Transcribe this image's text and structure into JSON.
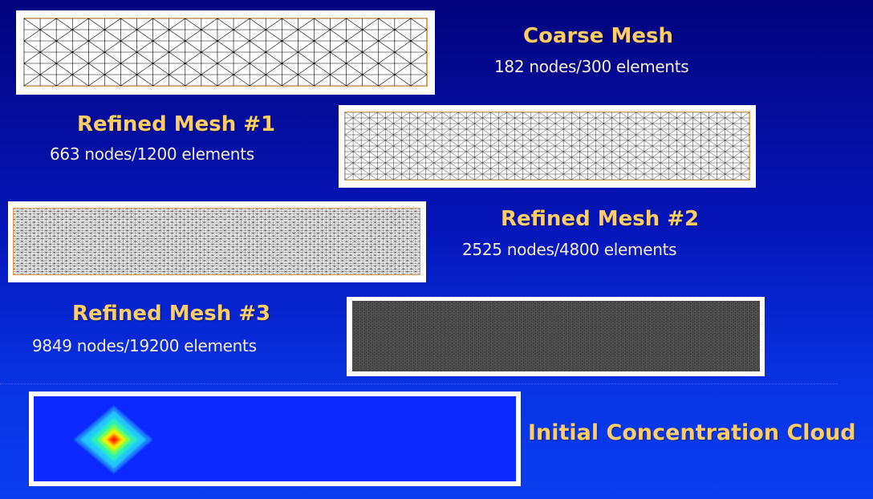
{
  "meshes": [
    {
      "title": "Coarse Mesh",
      "stats": "182 nodes/300 elements"
    },
    {
      "title": "Refined Mesh #1",
      "stats": "663 nodes/1200 elements"
    },
    {
      "title": "Refined Mesh #2",
      "stats": "2525 nodes/4800 elements"
    },
    {
      "title": "Refined Mesh #3",
      "stats": "9849 nodes/19200 elements"
    }
  ],
  "cloud": {
    "label": "Initial Concentration Cloud"
  },
  "colors": {
    "title_text": "#ffcc66",
    "stats_text": "#f6ecd6",
    "mesh_line": "#000000",
    "mesh_border": "#e0a050",
    "cloud_background": "#0a28ff"
  }
}
